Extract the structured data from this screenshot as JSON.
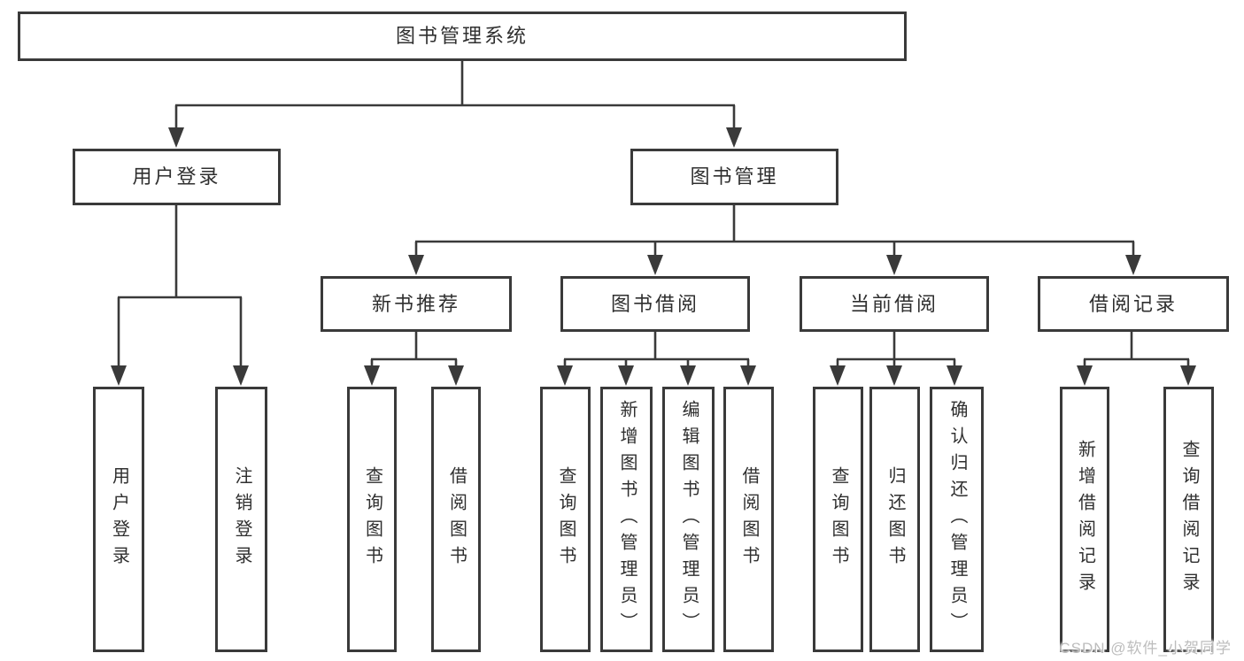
{
  "tree": {
    "root": {
      "id": "library-management-system",
      "label": "图书管理系统",
      "children": [
        {
          "id": "user-login",
          "label": "用户登录",
          "children": [
            {
              "id": "leaf-user-login",
              "label": "用户登录"
            },
            {
              "id": "leaf-logout",
              "label": "注销登录"
            }
          ]
        },
        {
          "id": "book-management",
          "label": "图书管理",
          "children": [
            {
              "id": "new-book-recommend",
              "label": "新书推荐",
              "children": [
                {
                  "id": "leaf-query-book-a",
                  "label": "查询图书"
                },
                {
                  "id": "leaf-borrow-book-a",
                  "label": "借阅图书"
                }
              ]
            },
            {
              "id": "book-borrowing",
              "label": "图书借阅",
              "children": [
                {
                  "id": "leaf-query-book-b",
                  "label": "查询图书"
                },
                {
                  "id": "leaf-add-book-admin",
                  "label": "新增图书（管理员）"
                },
                {
                  "id": "leaf-edit-book-admin",
                  "label": "编辑图书（管理员）"
                },
                {
                  "id": "leaf-borrow-book-b",
                  "label": "借阅图书"
                }
              ]
            },
            {
              "id": "current-borrowing",
              "label": "当前借阅",
              "children": [
                {
                  "id": "leaf-query-book-c",
                  "label": "查询图书"
                },
                {
                  "id": "leaf-return-book",
                  "label": "归还图书"
                },
                {
                  "id": "leaf-confirm-return-admin",
                  "label": "确认归还（管理员）"
                }
              ]
            },
            {
              "id": "borrowing-records",
              "label": "借阅记录",
              "children": [
                {
                  "id": "leaf-add-borrow-record",
                  "label": "新增借阅记录"
                },
                {
                  "id": "leaf-query-borrow-record",
                  "label": "查询借阅记录"
                }
              ]
            }
          ]
        }
      ]
    }
  },
  "watermark": {
    "text": "CSDN @软件_小贺同学"
  },
  "colors": {
    "line": "#3a3a3a",
    "text": "#2f2f2f",
    "watermark": "#bdbdbd",
    "bg": "#ffffff",
    "boxfill": "#ffffff"
  }
}
